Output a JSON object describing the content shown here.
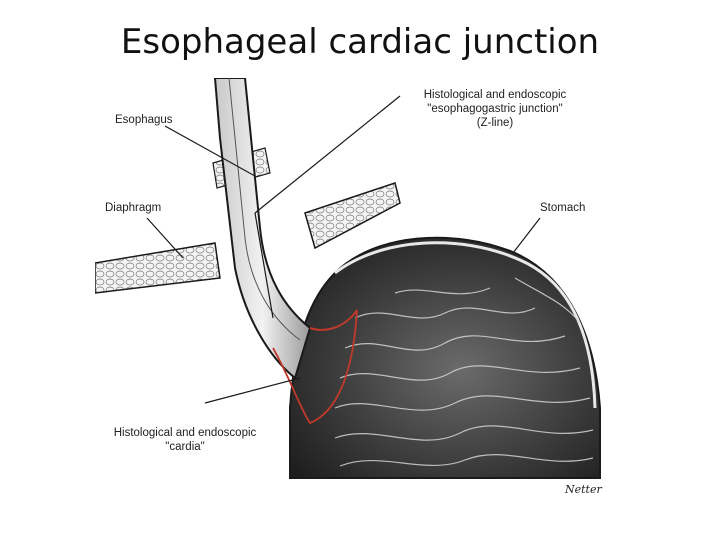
{
  "slide": {
    "title": "Esophageal cardiac junction"
  },
  "labels": {
    "ej_line1": "Histological and endoscopic",
    "ej_line2": "\"esophagogastric junction\"",
    "ej_line3": "(Z-line)",
    "esophagus": "Esophagus",
    "diaphragm": "Diaphragm",
    "stomach": "Stomach",
    "cardia_line1": "Histological and endoscopic",
    "cardia_line2": "\"cardia\"",
    "signature": "Netter"
  },
  "colors": {
    "outline": "#1a1a1a",
    "junction_line": "#c0392b",
    "tissue_dark": "#2b2b2b",
    "tissue_light": "#d9d9d9"
  }
}
